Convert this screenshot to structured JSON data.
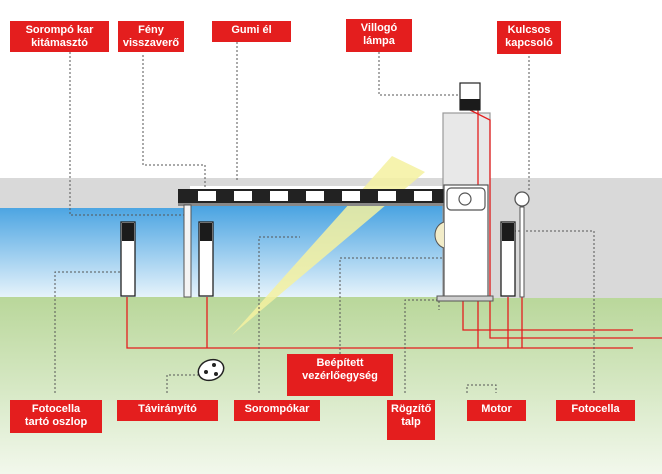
{
  "colors": {
    "sky_top": "#3f9ee0",
    "sky_bottom": "#e6f3fb",
    "ground_top": "#b9d79a",
    "ground_bottom": "#f2f8ec",
    "wall": "#d9d9d9",
    "label_bg": "#e41e1e",
    "wire": "#e41e1e",
    "leader": "#555555",
    "beam": "#f4f1a0"
  },
  "labels": {
    "support": "Sorompó kar\nkitámasztó",
    "reflector": "Fény\nvisszaverő",
    "rubber": "Gumi él",
    "lamp": "Villogó\nlámpa",
    "keyswitch": "Kulcsos\nkapcsoló",
    "photocell_post": "Fotocella\ntartó oszlop",
    "remote": "Távirányító",
    "arm": "Sorompókar",
    "controller": "Beépített\nvezérlőegység",
    "base": "Rögzítő\ntalp",
    "motor": "Motor",
    "photocell": "Fotocella"
  }
}
